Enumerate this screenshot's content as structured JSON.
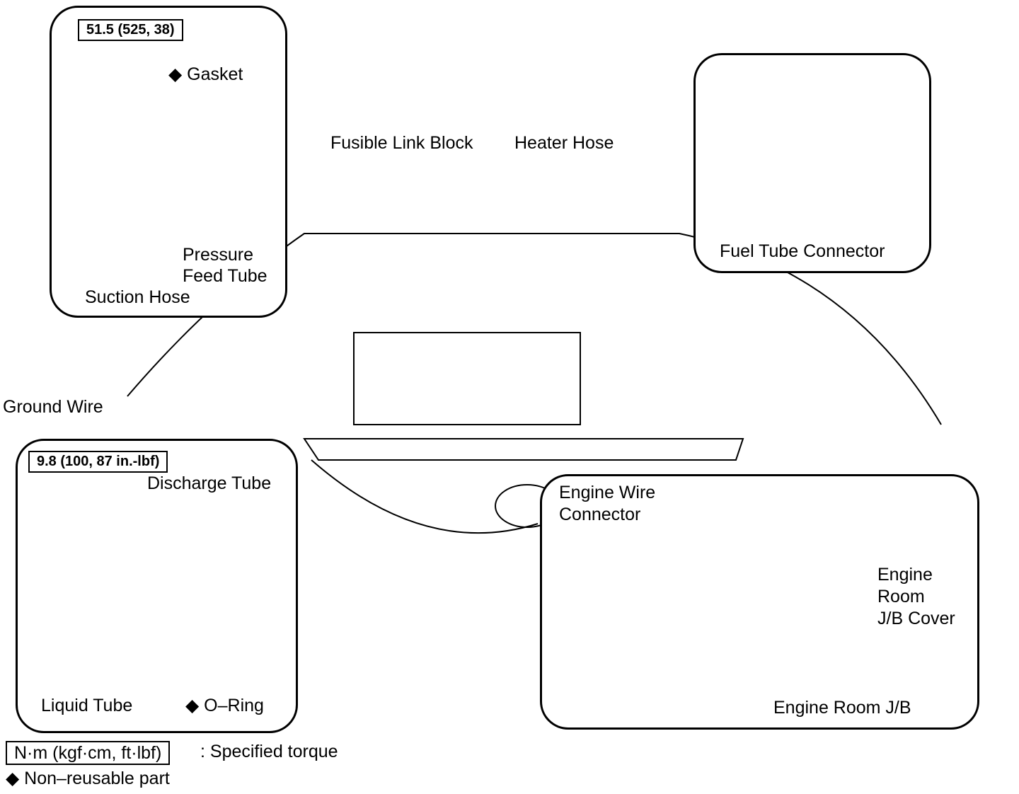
{
  "labels": {
    "torque1": "51.5 (525, 38)",
    "gasket": "◆ Gasket",
    "pressure1": "Pressure",
    "pressure2": "Feed Tube",
    "suction": "Suction Hose",
    "fusible": "Fusible Link Block",
    "heater": "Heater Hose",
    "fuel": "Fuel Tube Connector",
    "ground": "Ground Wire",
    "torque2": "9.8 (100, 87 in.-lbf)",
    "discharge": "Discharge Tube",
    "liquid": "Liquid Tube",
    "oring": "◆ O–Ring",
    "ewc1": "Engine Wire",
    "ewc2": "Connector",
    "cover1": "Engine",
    "cover2": "Room",
    "cover3": "J/B Cover",
    "jb": "Engine Room J/B",
    "legend_unit": "N·m (kgf·cm, ft·lbf)",
    "legend_torque": ": Specified torque",
    "legend_nonreuse": "◆ Non–reusable part"
  }
}
